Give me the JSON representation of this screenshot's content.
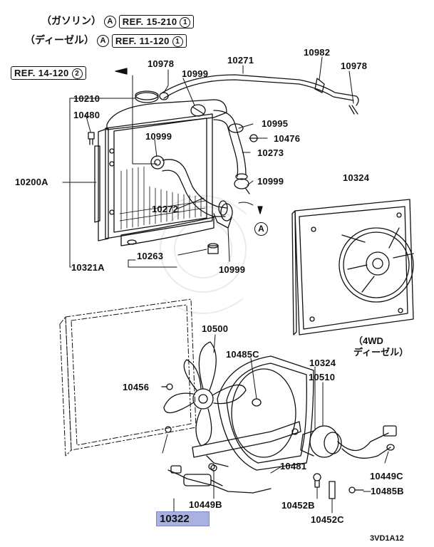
{
  "header": {
    "rows": [
      {
        "label": "（ガソリン）",
        "circle": "A",
        "ref": "REF. 15-210",
        "ref_num": "1"
      },
      {
        "label": "（ディーゼル）",
        "circle": "A",
        "ref": "REF. 11-120",
        "ref_num": "1"
      }
    ]
  },
  "left_ref": {
    "ref": "REF. 14-120",
    "ref_num": "2"
  },
  "parts": {
    "p10978a": "10978",
    "p10271": "10271",
    "p10982": "10982",
    "p10978b": "10978",
    "p10999a": "10999",
    "p10210": "10210",
    "p10480": "10480",
    "p10999b": "10999",
    "p10995": "10995",
    "p10476": "10476",
    "p10273": "10273",
    "p10200A": "10200A",
    "p10999c": "10999",
    "p10272": "10272",
    "p10324a": "10324",
    "p10263": "10263",
    "p10321A": "10321A",
    "p10999d": "10999",
    "p10500": "10500",
    "p10485C": "10485C",
    "p10324b": "10324",
    "p10510": "10510",
    "p10456": "10456",
    "p10481": "10481",
    "p10449C": "10449C",
    "p10449B": "10449B",
    "p10452B": "10452B",
    "p10485B": "10485B",
    "p10452C": "10452C",
    "p10322": "10322"
  },
  "circle_a": "A",
  "annotation": {
    "line1": "（4WD",
    "line2": "ディーゼル）"
  },
  "diagram_code": "3VD1A12",
  "colors": {
    "highlight": "#a9b1e0",
    "ink": "#111111"
  }
}
